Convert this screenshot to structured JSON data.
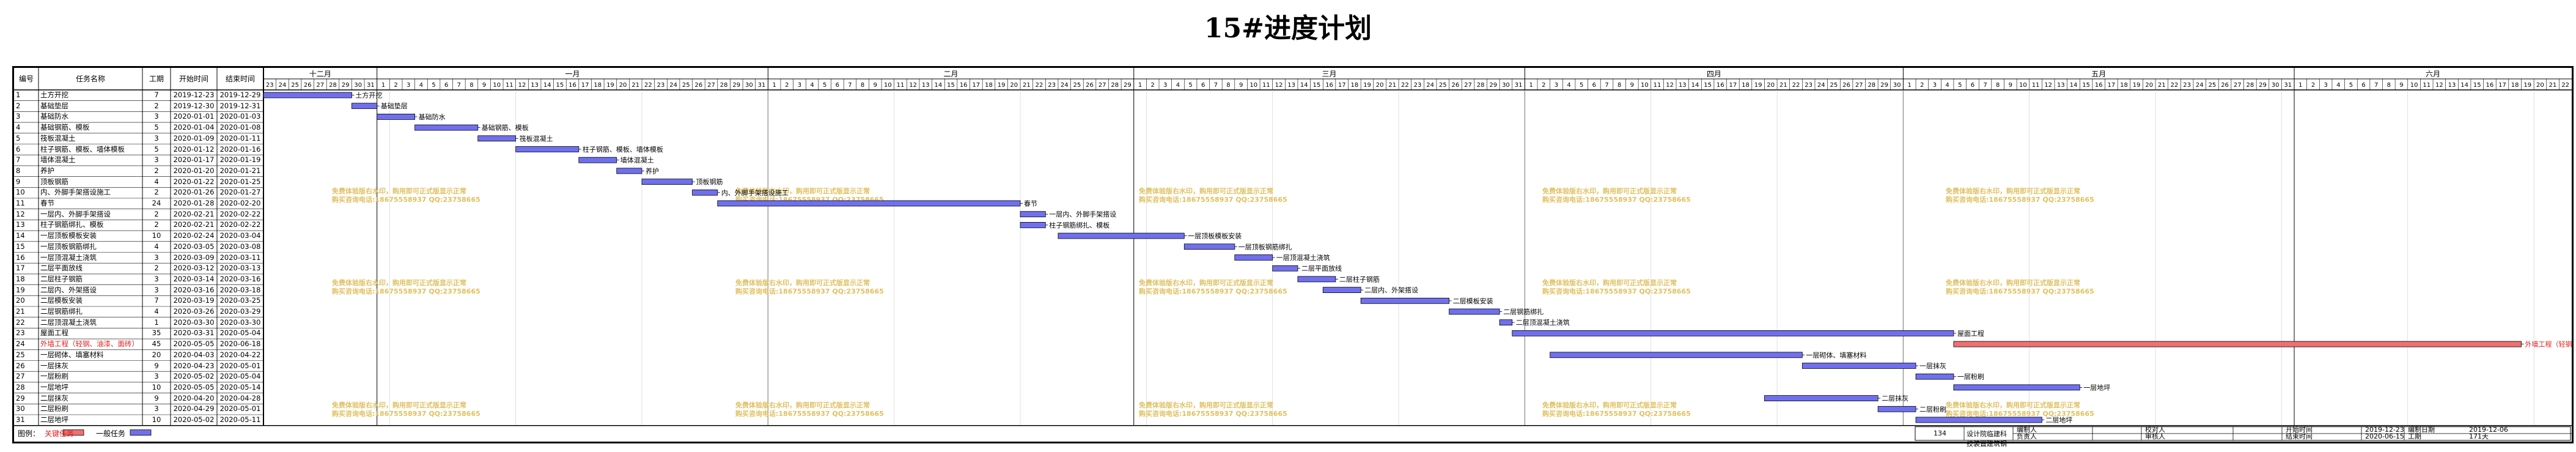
{
  "title": "15#进度计划",
  "colors": {
    "normal_bar": "#7070ee",
    "critical_bar": "#f07070",
    "critical_text": "#e02020",
    "grid": "#cccccc",
    "watermark": "#e0c060"
  },
  "table_headers": {
    "id": "编号",
    "name": "任务名称",
    "duration": "工期",
    "start": "开始时间",
    "end": "结束时间"
  },
  "timeline": {
    "months": [
      {
        "label": "十二月",
        "days": [
          23,
          24,
          25,
          26,
          27,
          28,
          29,
          30,
          31
        ]
      },
      {
        "label": "一月",
        "days": [
          1,
          2,
          3,
          4,
          5,
          6,
          7,
          8,
          9,
          10,
          11,
          12,
          13,
          14,
          15,
          16,
          17,
          18,
          19,
          20,
          21,
          22,
          23,
          24,
          25,
          26,
          27,
          28,
          29,
          30,
          31
        ]
      },
      {
        "label": "二月",
        "days": [
          1,
          2,
          3,
          4,
          5,
          6,
          7,
          8,
          9,
          10,
          11,
          12,
          13,
          14,
          15,
          16,
          17,
          18,
          19,
          20,
          21,
          22,
          23,
          24,
          25,
          26,
          27,
          28,
          29
        ]
      },
      {
        "label": "三月",
        "days": [
          1,
          2,
          3,
          4,
          5,
          6,
          7,
          8,
          9,
          10,
          11,
          12,
          13,
          14,
          15,
          16,
          17,
          18,
          19,
          20,
          21,
          22,
          23,
          24,
          25,
          26,
          27,
          28,
          29,
          30,
          31
        ]
      },
      {
        "label": "四月",
        "days": [
          1,
          2,
          3,
          4,
          5,
          6,
          7,
          8,
          9,
          10,
          11,
          12,
          13,
          14,
          15,
          16,
          17,
          18,
          19,
          20,
          21,
          22,
          23,
          24,
          25,
          26,
          27,
          28,
          29,
          30
        ]
      },
      {
        "label": "五月",
        "days": [
          1,
          2,
          3,
          4,
          5,
          6,
          7,
          8,
          9,
          10,
          11,
          12,
          13,
          14,
          15,
          16,
          17,
          18,
          19,
          20,
          21,
          22,
          23,
          24,
          25,
          26,
          27,
          28,
          29,
          30,
          31
        ]
      },
      {
        "label": "六月",
        "days": [
          1,
          2,
          3,
          4,
          5,
          6,
          7,
          8,
          9,
          10,
          11,
          12,
          13,
          14,
          15,
          16,
          17,
          18,
          19,
          20,
          21,
          22
        ]
      }
    ]
  },
  "chart_data": {
    "type": "gantt",
    "title": "15#进度计划",
    "x_range": [
      "2019-12-23",
      "2020-06-22"
    ],
    "tasks": [
      {
        "id": "1",
        "name": "土方开挖",
        "duration": "7",
        "start": "2019-12-23",
        "end": "2019-12-29",
        "critical": false,
        "label": "土方开挖"
      },
      {
        "id": "2",
        "name": "基础垫层",
        "duration": "2",
        "start": "2019-12-30",
        "end": "2019-12-31",
        "critical": false,
        "label": "基础垫层"
      },
      {
        "id": "3",
        "name": "基础防水",
        "duration": "3",
        "start": "2020-01-01",
        "end": "2020-01-03",
        "critical": false,
        "label": "基础防水"
      },
      {
        "id": "4",
        "name": "基础钢筋、模板",
        "duration": "5",
        "start": "2020-01-04",
        "end": "2020-01-08",
        "critical": false,
        "label": "基础钢筋、模板"
      },
      {
        "id": "5",
        "name": "筏板混凝土",
        "duration": "3",
        "start": "2020-01-09",
        "end": "2020-01-11",
        "critical": false,
        "label": "筏板混凝土"
      },
      {
        "id": "6",
        "name": "柱子钢筋、模板、墙体模板",
        "duration": "5",
        "start": "2020-01-12",
        "end": "2020-01-16",
        "critical": false,
        "label": "柱子钢筋、模板、墙体模板"
      },
      {
        "id": "7",
        "name": "墙体混凝土",
        "duration": "3",
        "start": "2020-01-17",
        "end": "2020-01-19",
        "critical": false,
        "label": "墙体混凝土"
      },
      {
        "id": "8",
        "name": "养护",
        "duration": "2",
        "start": "2020-01-20",
        "end": "2020-01-21",
        "critical": false,
        "label": "养护"
      },
      {
        "id": "9",
        "name": "顶板钢筋",
        "duration": "4",
        "start": "2020-01-22",
        "end": "2020-01-25",
        "critical": false,
        "label": "顶板钢筋"
      },
      {
        "id": "10",
        "name": "内、外脚手架搭设施工",
        "duration": "2",
        "start": "2020-01-26",
        "end": "2020-01-27",
        "critical": false,
        "label": "内、外脚手架搭设施工"
      },
      {
        "id": "11",
        "name": "春节",
        "duration": "24",
        "start": "2020-01-28",
        "end": "2020-02-20",
        "critical": false,
        "label": "春节"
      },
      {
        "id": "12",
        "name": "一层内、外脚手架搭设",
        "duration": "2",
        "start": "2020-02-21",
        "end": "2020-02-22",
        "critical": false,
        "label": "一层内、外脚手架搭设"
      },
      {
        "id": "13",
        "name": "柱子钢筋绑扎、模板",
        "duration": "2",
        "start": "2020-02-21",
        "end": "2020-02-22",
        "critical": false,
        "label": "柱子钢筋绑扎、模板"
      },
      {
        "id": "14",
        "name": "一层顶板模板安装",
        "duration": "10",
        "start": "2020-02-24",
        "end": "2020-03-04",
        "critical": false,
        "label": "一层顶板模板安装"
      },
      {
        "id": "15",
        "name": "一层顶板钢筋绑扎",
        "duration": "4",
        "start": "2020-03-05",
        "end": "2020-03-08",
        "critical": false,
        "label": "一层顶板钢筋绑扎"
      },
      {
        "id": "16",
        "name": "一层顶混凝土浇筑",
        "duration": "3",
        "start": "2020-03-09",
        "end": "2020-03-11",
        "critical": false,
        "label": "一层顶混凝土浇筑"
      },
      {
        "id": "17",
        "name": "二层平面放线",
        "duration": "2",
        "start": "2020-03-12",
        "end": "2020-03-13",
        "critical": false,
        "label": "二层平面放线"
      },
      {
        "id": "18",
        "name": "二层柱子钢筋",
        "duration": "3",
        "start": "2020-03-14",
        "end": "2020-03-16",
        "critical": false,
        "label": "二层柱子钢筋"
      },
      {
        "id": "19",
        "name": "二层内、外架搭设",
        "duration": "3",
        "start": "2020-03-16",
        "end": "2020-03-18",
        "critical": false,
        "label": "二层内、外架搭设"
      },
      {
        "id": "20",
        "name": "二层模板安装",
        "duration": "7",
        "start": "2020-03-19",
        "end": "2020-03-25",
        "critical": false,
        "label": "二层模板安装"
      },
      {
        "id": "21",
        "name": "二层钢筋绑扎",
        "duration": "4",
        "start": "2020-03-26",
        "end": "2020-03-29",
        "critical": false,
        "label": "二层钢筋绑扎"
      },
      {
        "id": "22",
        "name": "二层顶混凝土浇筑",
        "duration": "1",
        "start": "2020-03-30",
        "end": "2020-03-30",
        "critical": false,
        "label": "二层顶混凝土浇筑"
      },
      {
        "id": "23",
        "name": "屋面工程",
        "duration": "35",
        "start": "2020-03-31",
        "end": "2020-05-04",
        "critical": false,
        "label": "屋面工程"
      },
      {
        "id": "24",
        "name": "外墙工程（轻钢、油漆、面砖）",
        "duration": "45",
        "start": "2020-05-05",
        "end": "2020-06-18",
        "critical": true,
        "label": "外墙工程（轻钢、油漆、面砖）"
      },
      {
        "id": "25",
        "name": "一层砌体、填塞材料",
        "duration": "20",
        "start": "2020-04-03",
        "end": "2020-04-22",
        "critical": false,
        "label": "一层砌体、填塞材料"
      },
      {
        "id": "26",
        "name": "一层抹灰",
        "duration": "9",
        "start": "2020-04-23",
        "end": "2020-05-01",
        "critical": false,
        "label": "一层抹灰"
      },
      {
        "id": "27",
        "name": "一层粉刷",
        "duration": "3",
        "start": "2020-05-02",
        "end": "2020-05-04",
        "critical": false,
        "label": "一层粉刷"
      },
      {
        "id": "28",
        "name": "一层地坪",
        "duration": "10",
        "start": "2020-05-05",
        "end": "2020-05-14",
        "critical": false,
        "label": "一层地坪"
      },
      {
        "id": "29",
        "name": "二层抹灰",
        "duration": "9",
        "start": "2020-04-20",
        "end": "2020-04-28",
        "critical": false,
        "label": "二层抹灰"
      },
      {
        "id": "30",
        "name": "二层粉刷",
        "duration": "3",
        "start": "2020-04-29",
        "end": "2020-05-01",
        "critical": false,
        "label": "二层粉刷"
      },
      {
        "id": "31",
        "name": "二层地坪",
        "duration": "10",
        "start": "2020-05-02",
        "end": "2020-05-11",
        "critical": false,
        "label": "二层地坪"
      }
    ]
  },
  "watermark_lines": [
    "免费体验版右水印，购用即可正式版显示正常",
    "购买咨询电话:18675558937 QQ:23758665"
  ],
  "legend": {
    "label": "图例：",
    "critical": "关键任务",
    "normal": "一般任务"
  },
  "footer": {
    "page_no": "134",
    "project": "设计院临建科技装置建筑钢",
    "compiler_label": "编制人",
    "compiler_value": "",
    "reviewer_label": "负责人",
    "reviewer_value": "",
    "checker_label": "校对人",
    "checker_value": "",
    "approver_label": "审核人",
    "approver_value": "",
    "start_label": "开始时间",
    "start_value": "2019-12-23",
    "end_label": "结束时间",
    "end_value": "2020-06-15",
    "made_label": "编制日期",
    "made_value": "2019-12-06",
    "duration_label": "工期",
    "duration_value": "171天"
  }
}
